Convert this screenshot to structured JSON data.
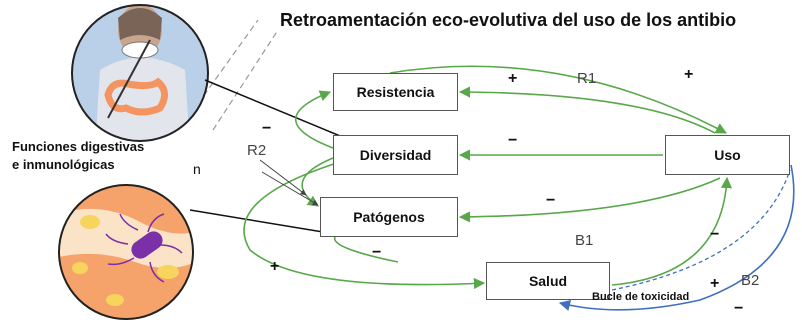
{
  "title": "Retroamentación eco-evolutiva del uso de los antibio",
  "side_label": {
    "line1": "Funciones digestivas",
    "line2": "e inmunológicas"
  },
  "fragment_letter": "n",
  "nodes": {
    "resistencia": "Resistencia",
    "diversidad": "Diversidad",
    "patogenos": "Patógenos",
    "uso": "Uso",
    "salud": "Salud"
  },
  "loop_labels": {
    "r1": "R1",
    "r2": "R2",
    "b1": "B1",
    "b2": "B2",
    "toxicity": "Bucle de toxicidad"
  },
  "signs": {
    "r1_top": "+",
    "r1_right": "+",
    "div_res": "−",
    "uso_div": "−",
    "uso_pat": "−",
    "div_sal": "+",
    "pat_sal": "−",
    "sal_uso": "−",
    "tox_plus": "+",
    "tox_minus": "−"
  },
  "colors": {
    "green_arrow": "#58a84a",
    "blue_arrow": "#3f6fbf",
    "skin": "#c9d6e6",
    "orange": "#f6a26b",
    "circle_border": "#222222"
  },
  "icons": {
    "top_circle": "person-eating-illustration",
    "bottom_circle": "bacterium-illustration"
  }
}
